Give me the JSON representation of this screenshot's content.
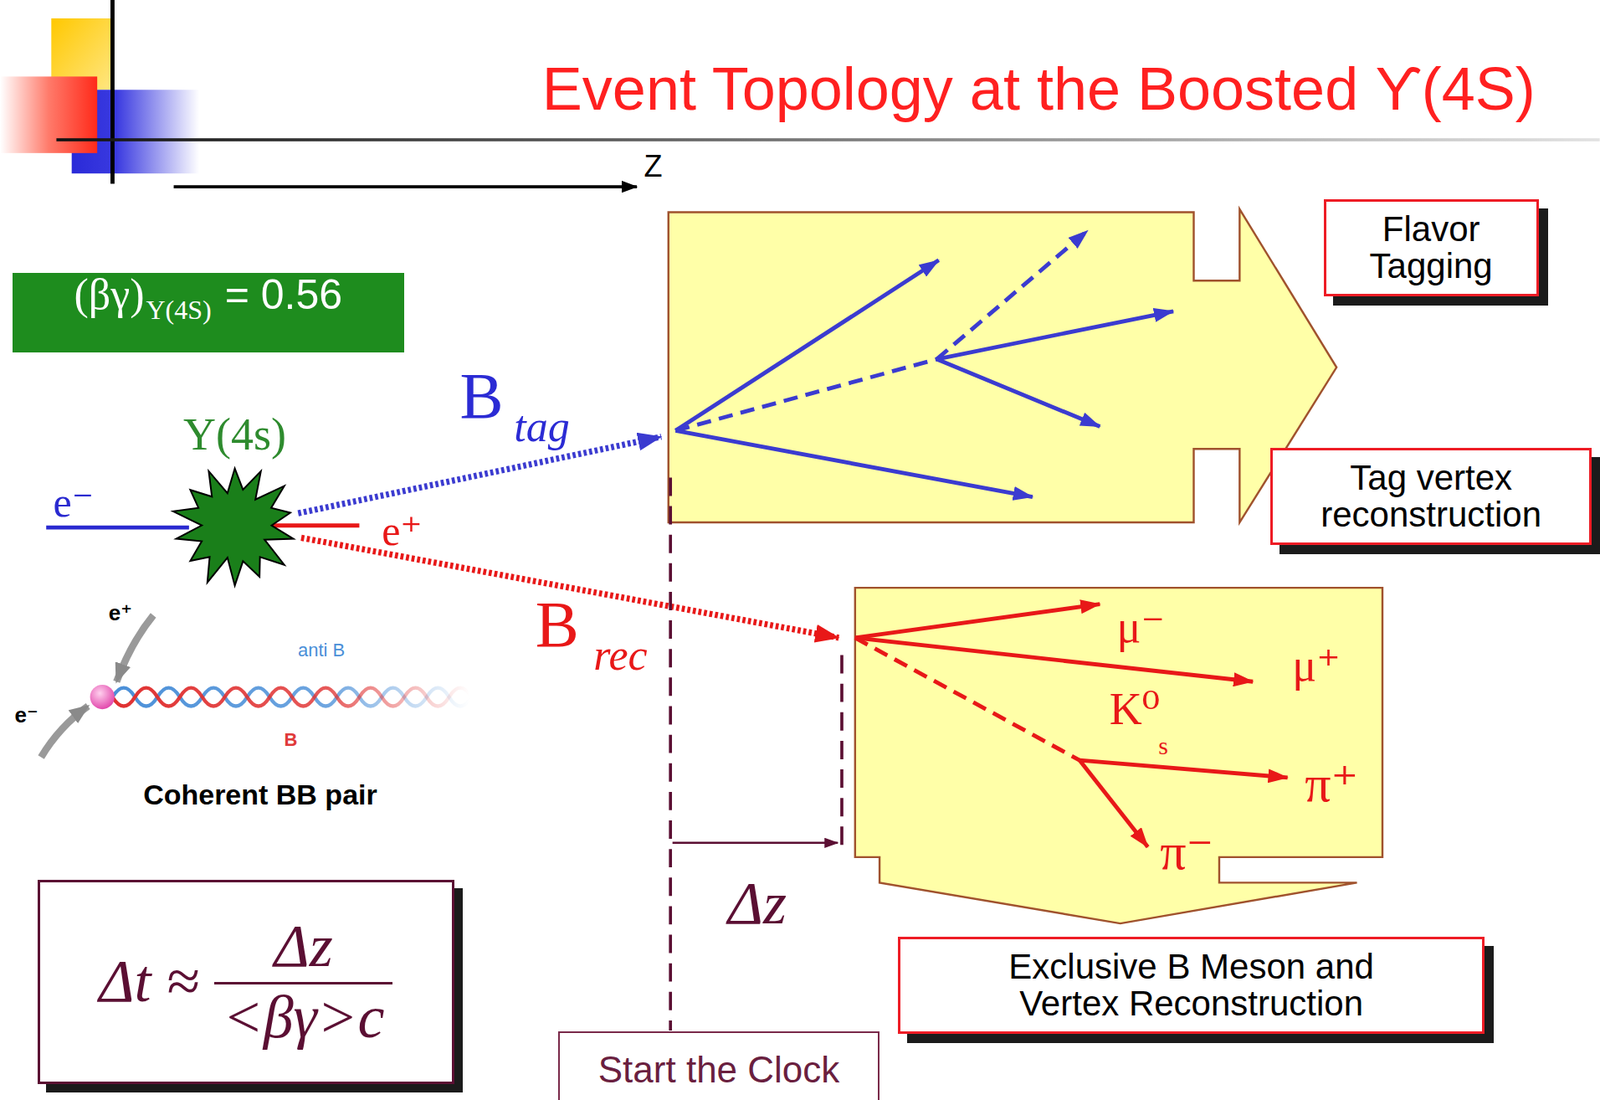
{
  "diagram": {
    "title": "Event Topology at the Boosted ϒ(4S)",
    "nodes": [
      {
        "text": [
          "(βγ)",
          "Υ(4S)",
          "= 0.56"
        ]
      },
      {
        "text": [
          "Υ(4s)"
        ]
      },
      {
        "text": [
          "Flavor Tagging"
        ]
      },
      {
        "text": [
          "Tag vertex reconstruction"
        ]
      },
      {
        "text": [
          "Exclusive B Meson and Vertex Reconstruction"
        ]
      },
      {
        "text": [
          "Δt ≈",
          "Δz",
          "<βγ>c"
        ]
      },
      {
        "text": [
          "Start the Clock"
        ]
      }
    ],
    "labels": [
      "Z",
      "e⁻",
      "e⁺",
      "B",
      "tag",
      "B",
      "rec",
      "e⁺",
      "anti B",
      "e⁻",
      "B",
      "Coherent BB pair",
      "μ⁻",
      "μ⁺",
      "K⁰",
      "s",
      "π⁺",
      "π⁻",
      "Δz"
    ]
  }
}
